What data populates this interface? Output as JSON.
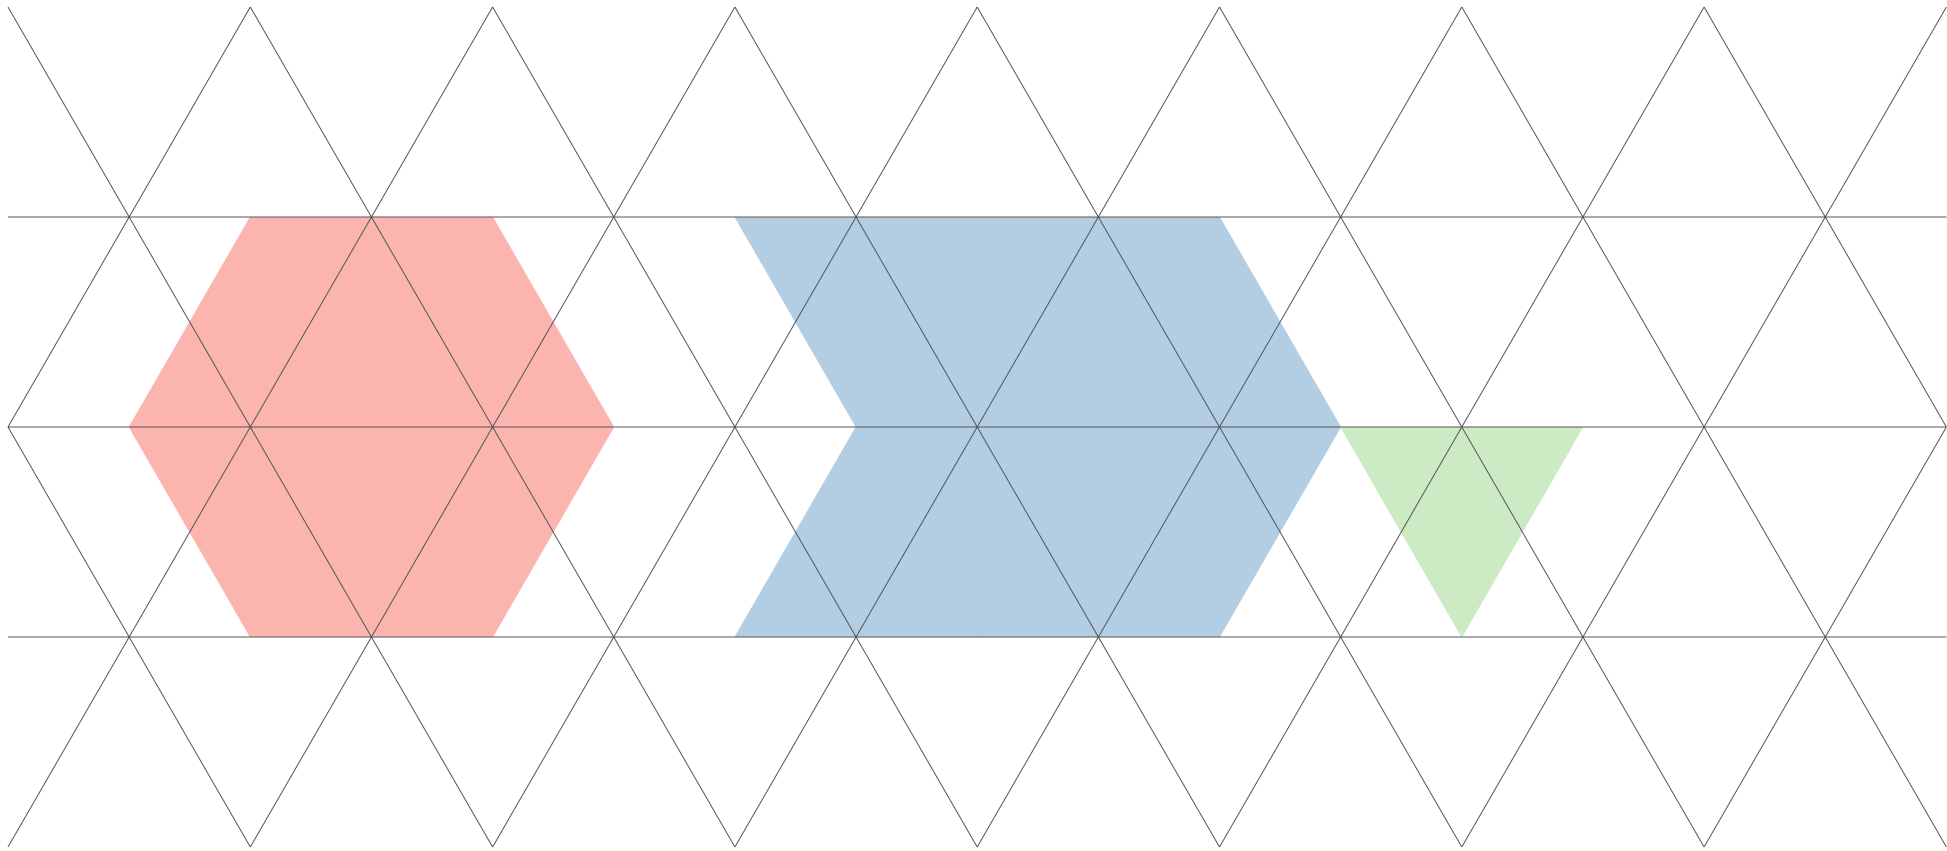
{
  "colors": {
    "background": "#ffffff",
    "grid_line": "#555555",
    "hexagon_fill": "#fbb4ae",
    "hourglass_fill": "#b3cde3",
    "triangle_fill": "#ccebc5"
  },
  "lattice": {
    "columns": 16,
    "rows": 4
  },
  "shapes": [
    {
      "name": "hexagon",
      "color_key": "hexagon_fill",
      "triangles": [
        [
          1,
          2
        ],
        [
          1,
          3
        ],
        [
          1,
          4
        ],
        [
          2,
          2
        ],
        [
          2,
          3
        ],
        [
          2,
          4
        ]
      ]
    },
    {
      "name": "hourglass",
      "color_key": "hourglass_fill",
      "triangles": [
        [
          1,
          7
        ],
        [
          1,
          8
        ],
        [
          1,
          9
        ],
        [
          1,
          10
        ],
        [
          2,
          7
        ],
        [
          2,
          8
        ],
        [
          2,
          9
        ],
        [
          2,
          10
        ]
      ]
    },
    {
      "name": "single-triangle",
      "color_key": "triangle_fill",
      "triangles": [
        [
          2,
          12
        ]
      ]
    }
  ]
}
